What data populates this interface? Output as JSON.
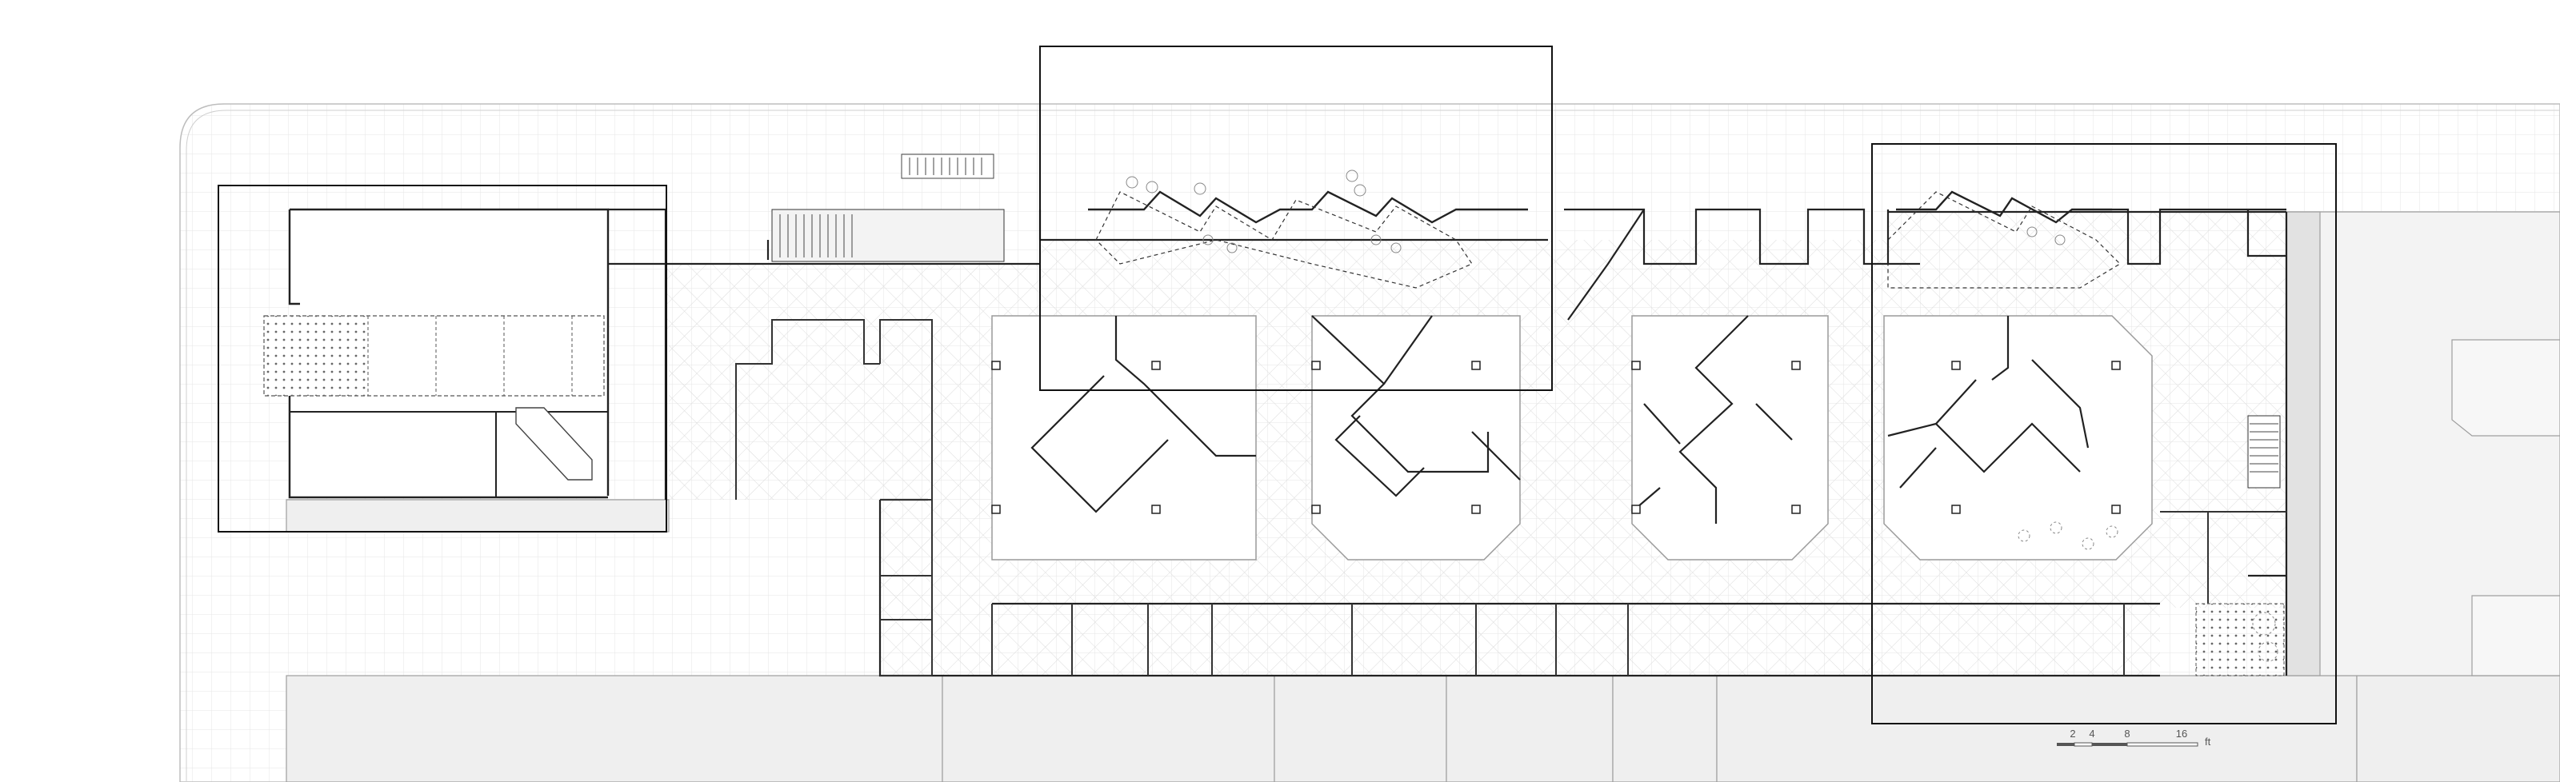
{
  "scale_bar": {
    "ticks": [
      "2",
      "4",
      "8",
      "16"
    ],
    "unit": "ft"
  },
  "colors": {
    "line": "#2b2b2b",
    "wall": "#1f1f1f",
    "light_line": "#9a9a9a",
    "grid": "#e4e4e4",
    "hatch": "#d8d8d8",
    "block_fill": "#eeeeee",
    "ground_fill": "#f1f1f1"
  }
}
